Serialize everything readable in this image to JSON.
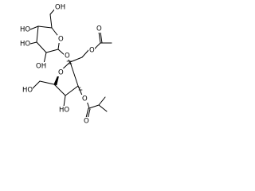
{
  "colors": {
    "bond": "#000000",
    "background": "#ffffff"
  },
  "labels": {
    "oh_top": "OH",
    "ho_upper": "HO",
    "ho_mid": "HO",
    "ring_o_pyranose": "O",
    "oh_anomeric": "OH",
    "glycosidic_o": "O",
    "acetate_o": "O",
    "acetate_carbonyl_o": "O",
    "furanose_ring_o": "O",
    "ho_lower": "HO",
    "oh_furanose": "HO",
    "ester_o": "O",
    "ester_carbonyl_o": "O"
  }
}
